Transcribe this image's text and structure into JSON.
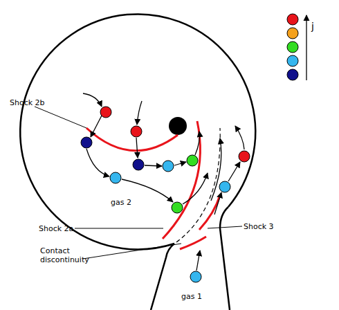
{
  "diagram": {
    "labels": [
      "Shock 2b",
      "gas 2",
      "Shock 2a",
      "Contact discontinuity",
      "Shock 3",
      "gas 1",
      "j"
    ]
  }
}
